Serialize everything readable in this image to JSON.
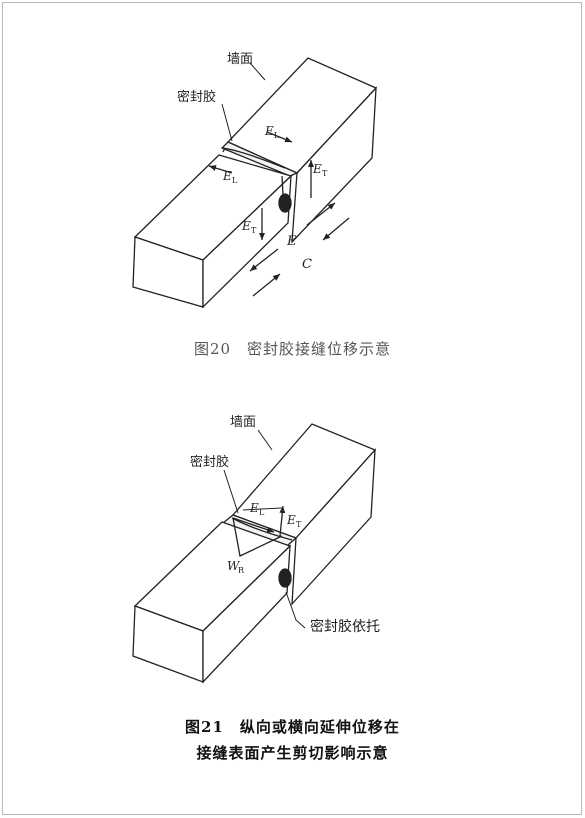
{
  "figure20": {
    "label_wall": "墙面",
    "label_sealant": "密封胶",
    "label_el_top": "E",
    "label_el_top_sub": "L",
    "label_el_left": "E",
    "label_el_left_sub": "L",
    "label_et_right": "E",
    "label_et_right_sub": "T",
    "label_et_left": "E",
    "label_et_left_sub": "T",
    "label_e": "E",
    "label_c": "C",
    "caption": "图20　密封胶接缝位移示意"
  },
  "figure21": {
    "label_wall": "墙面",
    "label_sealant": "密封胶",
    "label_el": "E",
    "label_el_sub": "L",
    "label_et": "E",
    "label_et_sub": "T",
    "label_wr": "W",
    "label_wr_sub": "R",
    "label_backer": "密封胶依托",
    "caption_line1": "图21　纵向或横向延伸位移在",
    "caption_line2": "接缝表面产生剪切影响示意"
  }
}
